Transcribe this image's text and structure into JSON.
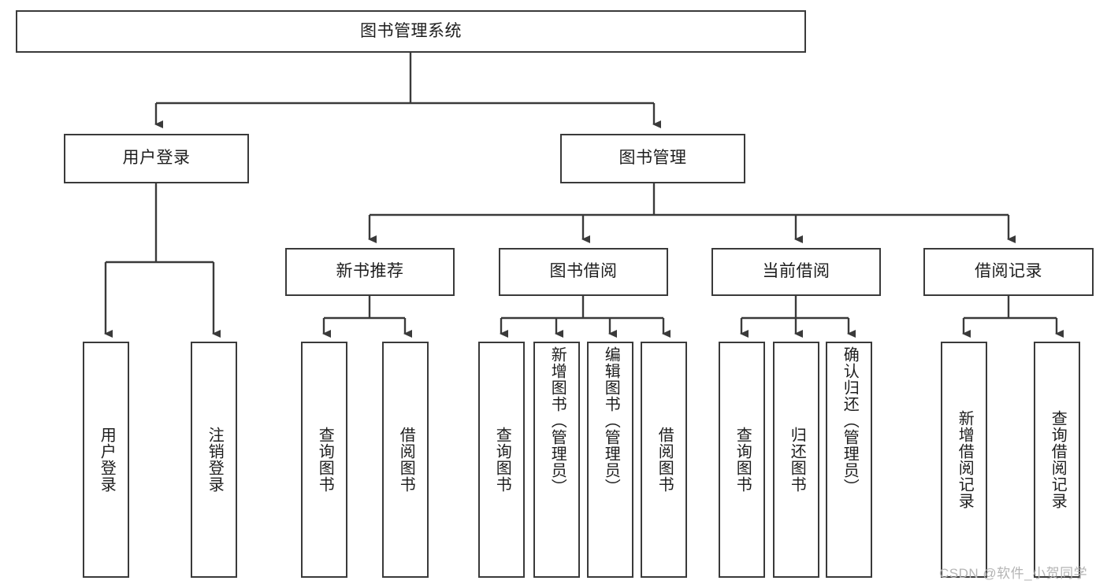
{
  "diagram": {
    "title": "图书管理系统",
    "type": "hierarchy-tree",
    "root": {
      "label": "图书管理系统"
    },
    "level2": [
      {
        "label": "用户登录"
      },
      {
        "label": "图书管理"
      }
    ],
    "level3": [
      {
        "label": "新书推荐"
      },
      {
        "label": "图书借阅"
      },
      {
        "label": "当前借阅"
      },
      {
        "label": "借阅记录"
      }
    ],
    "leaves": {
      "user_login": [
        {
          "label": "用户登录"
        },
        {
          "label": "注销登录"
        }
      ],
      "new_book_recommend": [
        {
          "label": "查询图书"
        },
        {
          "label": "借阅图书"
        }
      ],
      "book_borrow": [
        {
          "label": "查询图书"
        },
        {
          "label": "新增图书（管理员）"
        },
        {
          "label": "编辑图书（管理员）"
        },
        {
          "label": "借阅图书"
        }
      ],
      "current_borrow": [
        {
          "label": "查询图书"
        },
        {
          "label": "归还图书"
        },
        {
          "label": "确认归还（管理员）"
        }
      ],
      "borrow_record": [
        {
          "label": "新增借阅记录"
        },
        {
          "label": "查询借阅记录"
        }
      ]
    }
  },
  "watermark": {
    "text": "CSDN @软件_小贺同学"
  },
  "colors": {
    "border": "#3a3a3a",
    "text": "#1d1d1d",
    "background": "#ffffff",
    "watermark": "#b4b4b4"
  }
}
